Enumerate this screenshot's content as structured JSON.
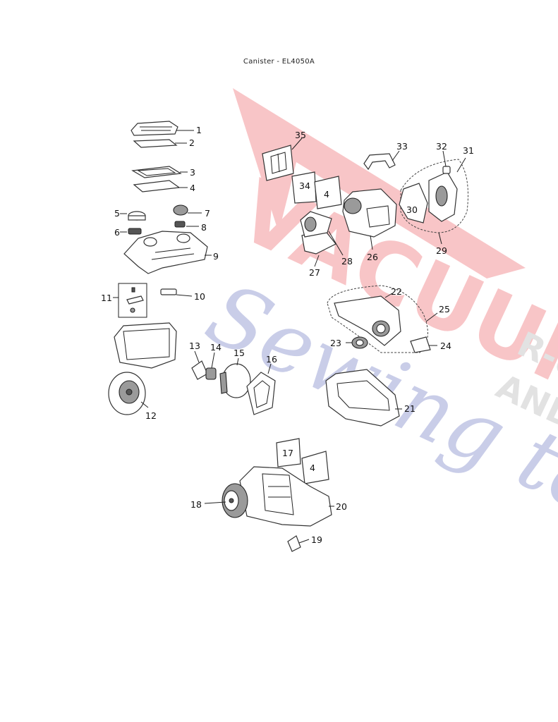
{
  "title": "Canister -  EL4050A",
  "watermark": {
    "line1": "VACUUMS",
    "line2": "R-US",
    "line3": "AND",
    "line4": "Sewing too",
    "red": "#e8323a",
    "blue": "#3f4fb0",
    "gray": "#9a9a9a"
  },
  "labels": {
    "p1": "1",
    "p2": "2",
    "p3": "3",
    "p4a": "4",
    "p4b": "4",
    "p4c": "4",
    "p5": "5",
    "p6": "6",
    "p7": "7",
    "p8": "8",
    "p9": "9",
    "p10": "10",
    "p11": "11",
    "p12": "12",
    "p13": "13",
    "p14": "14",
    "p15": "15",
    "p16": "16",
    "p17": "17",
    "p18": "18",
    "p19": "19",
    "p20": "20",
    "p21": "21",
    "p22": "22",
    "p23": "23",
    "p24": "24",
    "p25": "25",
    "p26": "26",
    "p27": "27",
    "p28": "28",
    "p29": "29",
    "p30": "30",
    "p31": "31",
    "p32": "32",
    "p33": "33",
    "p34": "34",
    "p35": "35"
  }
}
